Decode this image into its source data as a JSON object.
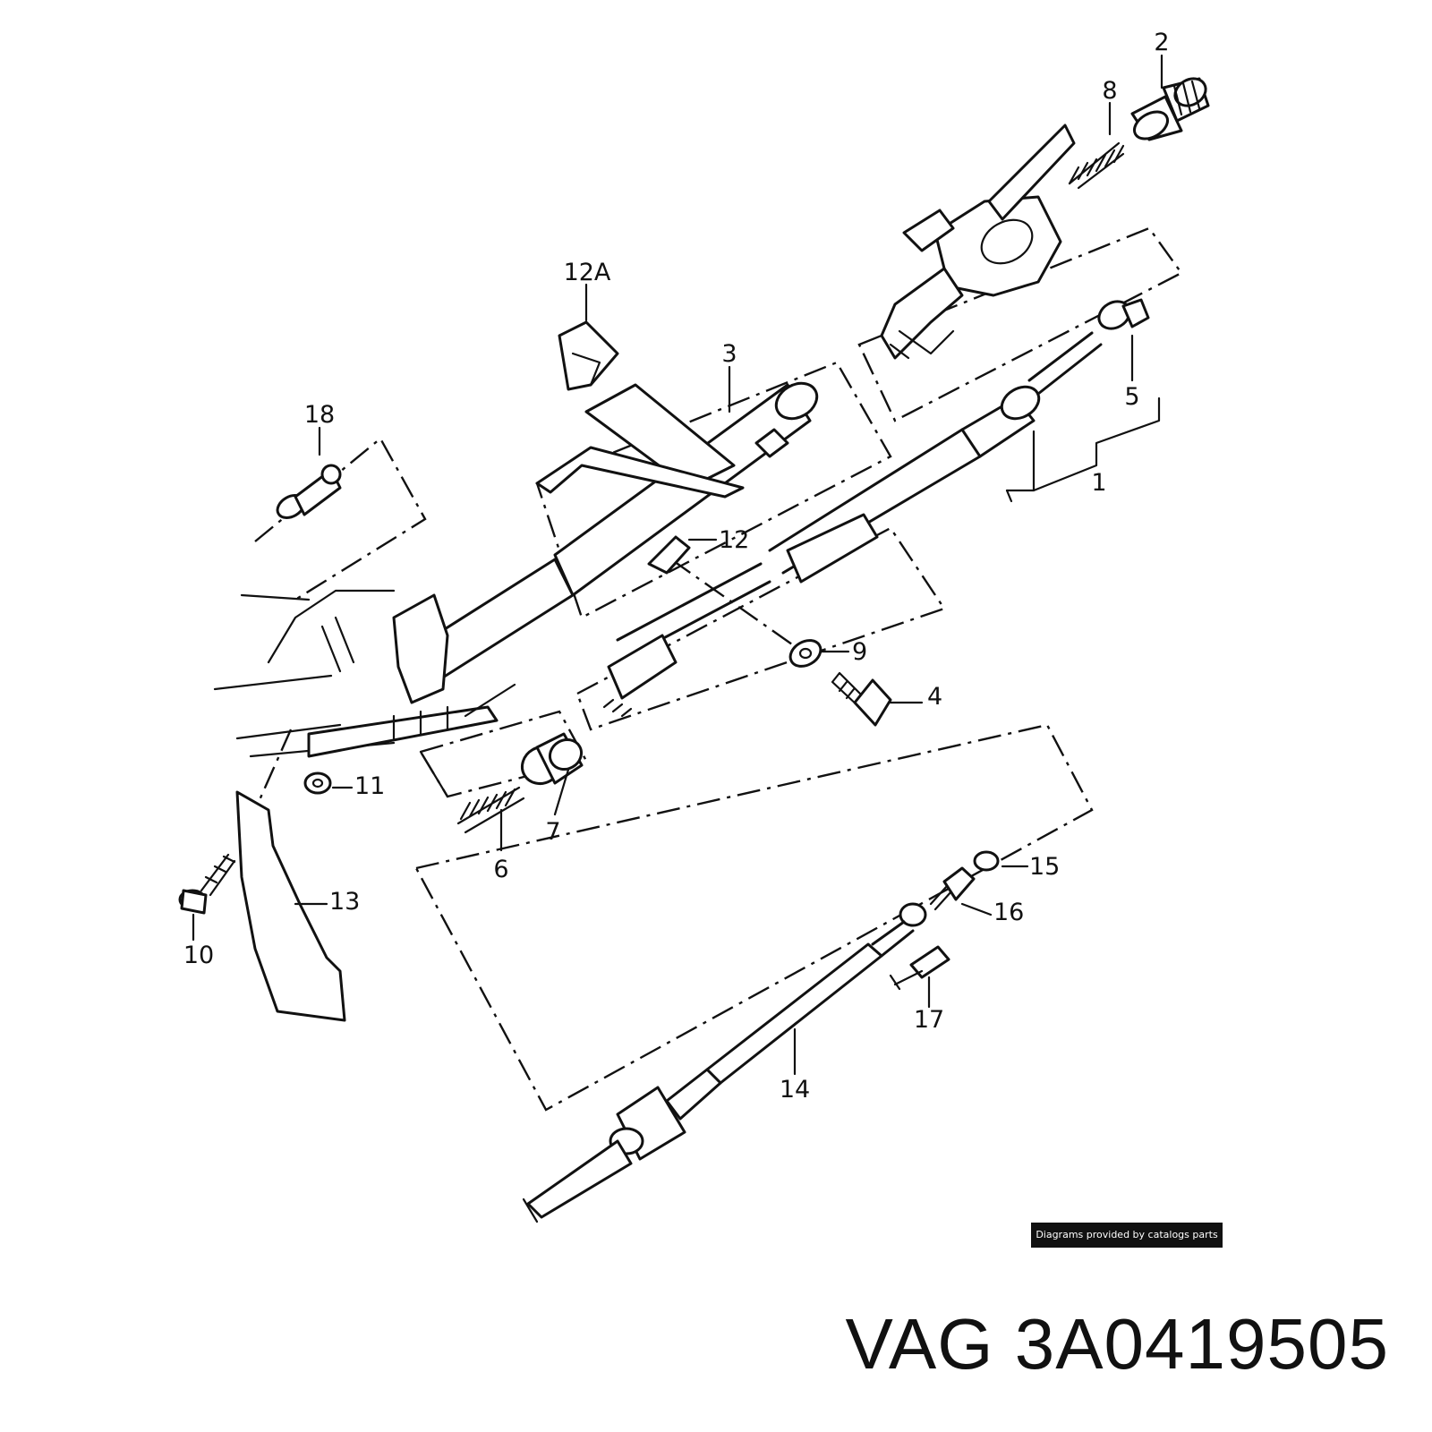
{
  "labels": {
    "p1": "1",
    "p2": "2",
    "p3": "3",
    "p4": "4",
    "p5": "5",
    "p6": "6",
    "p7": "7",
    "p8": "8",
    "p9": "9",
    "p10": "10",
    "p11": "11",
    "p12": "12",
    "p12a": "12A",
    "p13": "13",
    "p14": "14",
    "p15": "15",
    "p16": "16",
    "p17": "17",
    "p18": "18"
  },
  "credit": "Diagrams provided by catalogs parts",
  "part_number": "VAG 3A0419505"
}
